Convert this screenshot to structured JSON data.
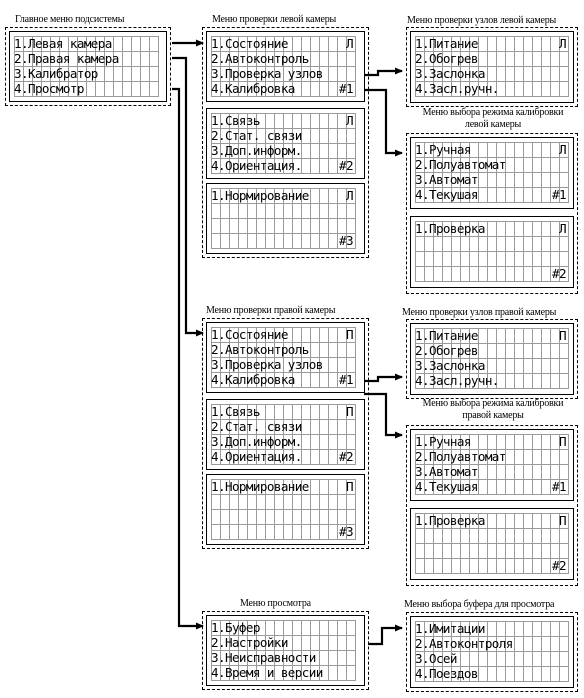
{
  "groups": {
    "main": {
      "title": "Главное меню подсистемы",
      "screens": [
        {
          "items": [
            "1.Левая камера",
            "2.Правая камера",
            "3.Калибратор",
            "4.Просмотр"
          ],
          "marker": "",
          "number": ""
        }
      ]
    },
    "left_check": {
      "title": "Меню проверки левой камеры",
      "screens": [
        {
          "items": [
            "1.Состояние",
            "2.Автоконтроль",
            "3.Проверка узлов",
            "4.Калибровка"
          ],
          "marker": "Л",
          "number": "#1"
        },
        {
          "items": [
            "1.Связь",
            "2.Стат. связи",
            "3.Доп.информ.",
            "4.Ориентация."
          ],
          "marker": "Л",
          "number": "#2"
        },
        {
          "items": [
            "1.Нормирование"
          ],
          "marker": "Л",
          "number": "#3"
        }
      ]
    },
    "left_nodes": {
      "title": "Меню проверки узлов левой камеры",
      "screens": [
        {
          "items": [
            "1.Питание",
            "2.Обогрев",
            "3.Заслонка",
            "4.Засл.ручн."
          ],
          "marker": "Л",
          "number": ""
        }
      ]
    },
    "left_calib": {
      "title_line1": "Меню выбора режима калибровки",
      "title_line2": "левой камеры",
      "screens": [
        {
          "items": [
            "1.Ручная",
            "2.Полуавтомат",
            "3.Автомат",
            "4.Текушая"
          ],
          "marker": "Л",
          "number": "#1"
        },
        {
          "items": [
            "1.Проверка"
          ],
          "marker": "Л",
          "number": "#2"
        }
      ]
    },
    "right_check": {
      "title": "Меню проверки правой камеры",
      "screens": [
        {
          "items": [
            "1.Состояние",
            "2.Автоконтроль",
            "3.Проверка узлов",
            "4.Калибровка"
          ],
          "marker": "П",
          "number": "#1"
        },
        {
          "items": [
            "1.Связь",
            "2.Стат. связи",
            "3.Доп.информ.",
            "4.Ориентация."
          ],
          "marker": "П",
          "number": "#2"
        },
        {
          "items": [
            "1.Нормирование"
          ],
          "marker": "П",
          "number": "#3"
        }
      ]
    },
    "right_nodes": {
      "title": "Меню проверки узлов правой камеры",
      "screens": [
        {
          "items": [
            "1.Питание",
            "2.Обогрев",
            "3.Заслонка",
            "4.Засл.ручн."
          ],
          "marker": "П",
          "number": ""
        }
      ]
    },
    "right_calib": {
      "title_line1": "Меню выбора режима калибровки",
      "title_line2": "правой камеры",
      "screens": [
        {
          "items": [
            "1.Ручная",
            "2.Полуавтомат",
            "3.Автомат",
            "4.Текушая"
          ],
          "marker": "П",
          "number": "#1"
        },
        {
          "items": [
            "1.Проверка"
          ],
          "marker": "П",
          "number": "#2"
        }
      ]
    },
    "view": {
      "title": "Меню просмотра",
      "screens": [
        {
          "items": [
            "1.Буфер",
            "2.Настройки",
            "3.Неисправности",
            "4.Время и версии"
          ],
          "marker": "",
          "number": ""
        }
      ]
    },
    "buffer": {
      "title": "Меню выбора буфера для просмотра",
      "screens": [
        {
          "items": [
            "1.Имитации",
            "2.Автоконтроля",
            "3.Осей",
            "4.Поездов"
          ],
          "marker": "",
          "number": ""
        }
      ]
    }
  }
}
